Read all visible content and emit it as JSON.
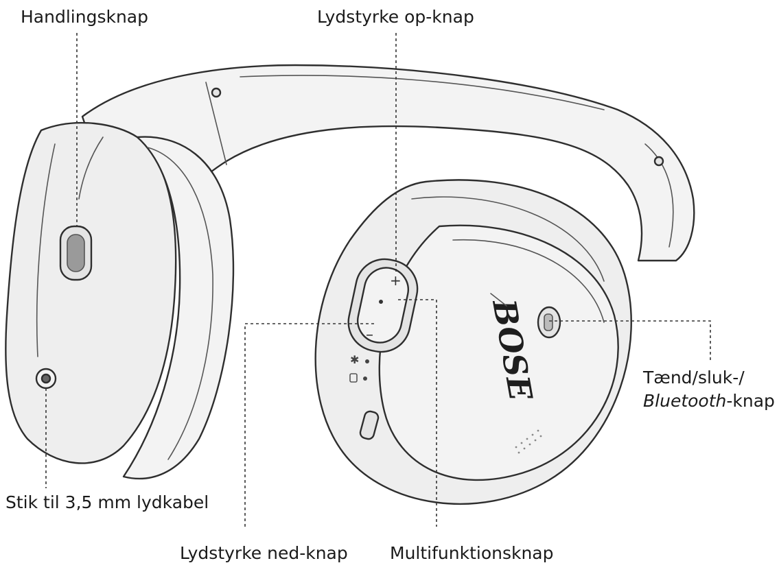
{
  "labels": {
    "action_button": "Handlingsknap",
    "volume_up": "Lydstyrke op-knap",
    "power_bt_line1": "Tænd/sluk-/",
    "power_bt_italic": "Bluetooth",
    "power_bt_suffix": "-knap",
    "audio_jack": "Stik til 3,5 mm lydkabel",
    "volume_down": "Lydstyrke ned-knap",
    "multifunction": "Multifunktionsknap"
  },
  "brand_logo": "BOSE"
}
